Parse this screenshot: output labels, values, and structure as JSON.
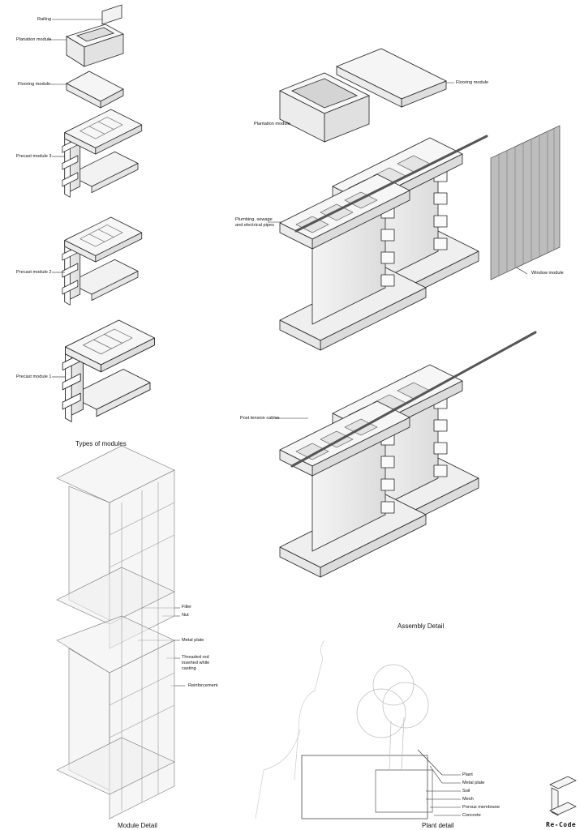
{
  "types_of_modules": {
    "caption": "Types of modules",
    "labels": {
      "railing": "Railing",
      "plantation": "Planation module",
      "flooring": "Flooring module",
      "precast3": "Precast module 3",
      "precast2": "Precast module 2",
      "precast1": "Precast module 1"
    }
  },
  "assembly_detail": {
    "caption": "Assembly Detail",
    "labels": {
      "flooring": "Flooring module",
      "plantation": "Plantation module",
      "pipes_line1": "Plumbing, sewage",
      "pipes_line2": "and electrical pipes",
      "window": "Window module",
      "cables": "Post tension cables"
    }
  },
  "module_detail": {
    "caption": "Module Detail",
    "labels": {
      "filler": "Filler",
      "nut": "Nut",
      "metal_plate": "Metal plate",
      "rod_line1": "Threaded rod",
      "rod_line2": "inserted while",
      "rod_line3": "casting",
      "reinforcement": "Reinforcement"
    }
  },
  "plant_detail": {
    "caption": "Plant detail",
    "labels": {
      "plant": "Plant",
      "metal_plate": "Metal plate",
      "soil": "Soil",
      "mesh": "Mesh",
      "membrane": "Porous membrane",
      "concrete": "Concrete"
    }
  },
  "logo": "Re-Code"
}
